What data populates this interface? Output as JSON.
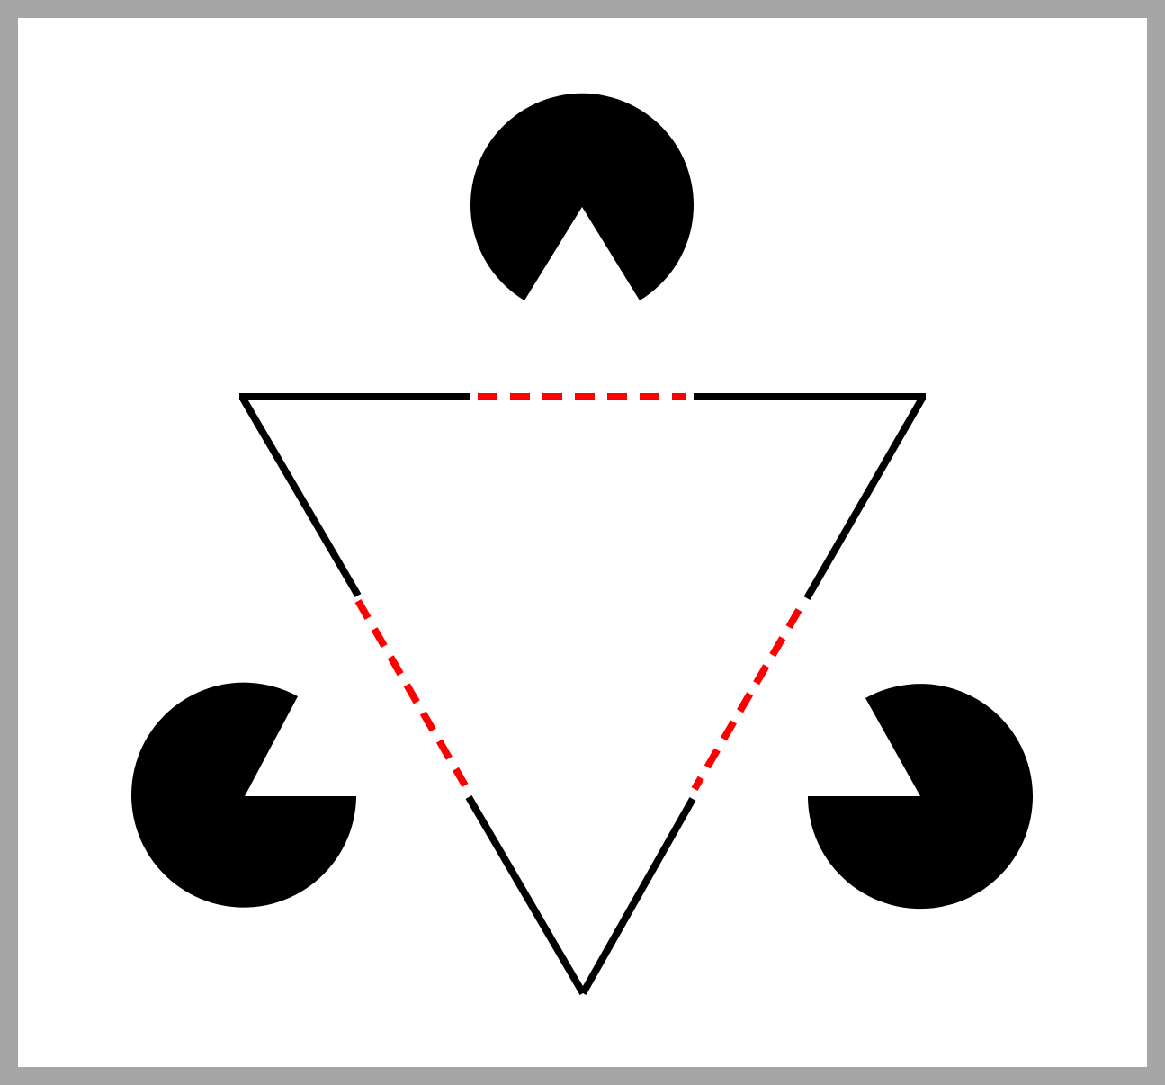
{
  "figure": {
    "border_color": "#a6a6a6",
    "background_color": "#ffffff",
    "solid_color": "#000000",
    "dashed_color": "#ff0000",
    "inducers": [
      {
        "name": "top-pacman-inducer",
        "mouth_direction": "down"
      },
      {
        "name": "bottom-left-pacman-inducer",
        "mouth_direction": "upper-right"
      },
      {
        "name": "bottom-right-pacman-inducer",
        "mouth_direction": "upper-left"
      }
    ],
    "triangle": {
      "orientation": "pointing-down",
      "gaps_marked_with": "red-dashed-lines"
    }
  }
}
